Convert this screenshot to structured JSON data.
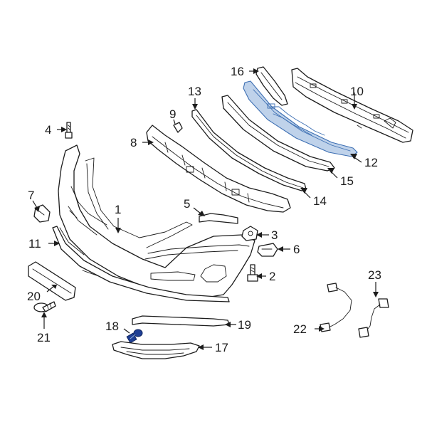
{
  "diagram": {
    "callouts": [
      {
        "id": "1",
        "label": "1"
      },
      {
        "id": "2",
        "label": "2"
      },
      {
        "id": "3",
        "label": "3"
      },
      {
        "id": "4",
        "label": "4"
      },
      {
        "id": "5",
        "label": "5"
      },
      {
        "id": "6",
        "label": "6"
      },
      {
        "id": "7",
        "label": "7"
      },
      {
        "id": "8",
        "label": "8"
      },
      {
        "id": "9",
        "label": "9"
      },
      {
        "id": "10",
        "label": "10"
      },
      {
        "id": "11",
        "label": "11"
      },
      {
        "id": "12",
        "label": "12"
      },
      {
        "id": "13",
        "label": "13"
      },
      {
        "id": "14",
        "label": "14"
      },
      {
        "id": "15",
        "label": "15"
      },
      {
        "id": "16",
        "label": "16"
      },
      {
        "id": "17",
        "label": "17"
      },
      {
        "id": "18",
        "label": "18"
      },
      {
        "id": "19",
        "label": "19"
      },
      {
        "id": "20",
        "label": "20"
      },
      {
        "id": "21",
        "label": "21"
      },
      {
        "id": "22",
        "label": "22"
      },
      {
        "id": "23",
        "label": "23"
      }
    ],
    "highlighted_part": "18",
    "colors": {
      "line": "#1c1c1c",
      "part_fill": "#ffffff",
      "background_part_fill": "#bfd2ea",
      "background_part_stroke": "#3d6fb3",
      "highlight": "#1f3f95"
    }
  }
}
